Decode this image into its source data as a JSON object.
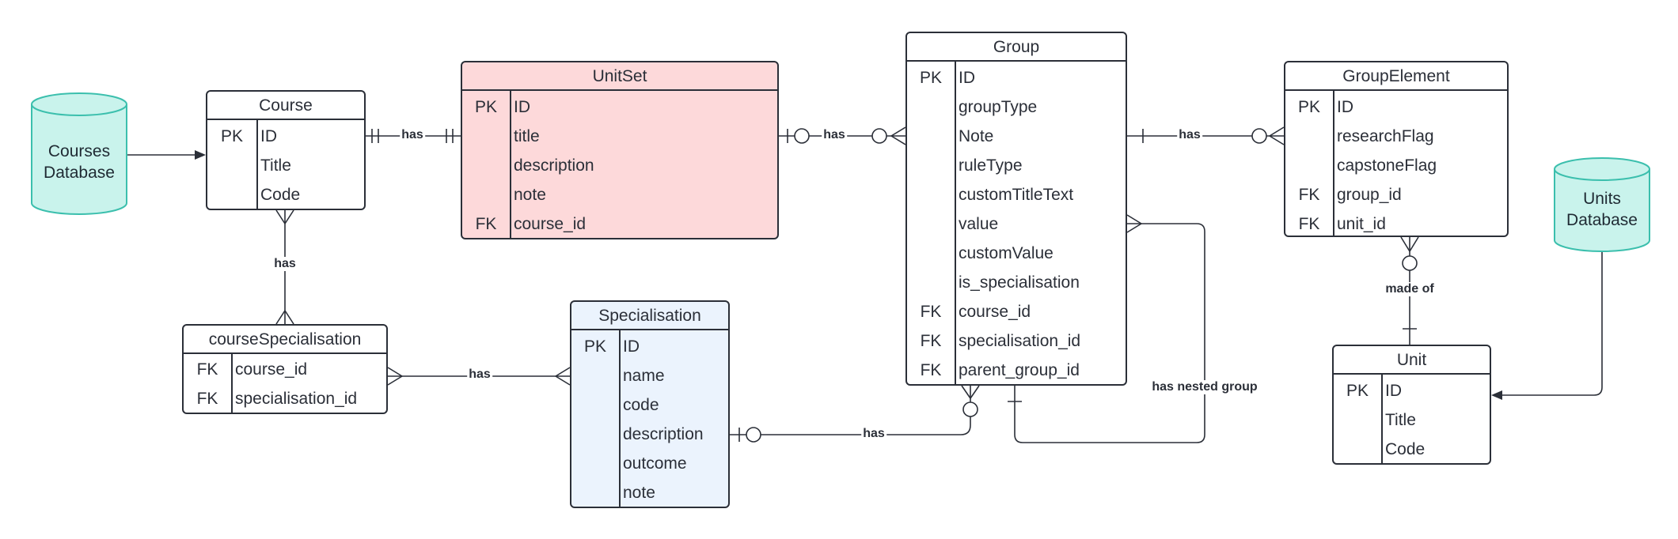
{
  "diagram": {
    "databases": {
      "courses": {
        "lines": [
          "Courses",
          "Database"
        ]
      },
      "units": {
        "lines": [
          "Units",
          "Database"
        ]
      }
    },
    "entities": {
      "course": {
        "title": "Course",
        "rows": [
          [
            "PK",
            "ID"
          ],
          [
            "",
            "Title"
          ],
          [
            "",
            "Code"
          ]
        ]
      },
      "unitset": {
        "title": "UnitSet",
        "rows": [
          [
            "PK",
            "ID"
          ],
          [
            "",
            "title"
          ],
          [
            "",
            "description"
          ],
          [
            "",
            "note"
          ],
          [
            "FK",
            "course_id"
          ]
        ]
      },
      "group": {
        "title": "Group",
        "rows": [
          [
            "PK",
            "ID"
          ],
          [
            "",
            "groupType"
          ],
          [
            "",
            "Note"
          ],
          [
            "",
            "ruleType"
          ],
          [
            "",
            "customTitleText"
          ],
          [
            "",
            "value"
          ],
          [
            "",
            "customValue"
          ],
          [
            "",
            "is_specialisation"
          ],
          [
            "FK",
            "course_id"
          ],
          [
            "FK",
            "specialisation_id"
          ],
          [
            "FK",
            "parent_group_id"
          ]
        ]
      },
      "groupelement": {
        "title": "GroupElement",
        "rows": [
          [
            "PK",
            "ID"
          ],
          [
            "",
            "researchFlag"
          ],
          [
            "",
            "capstoneFlag"
          ],
          [
            "FK",
            "group_id"
          ],
          [
            "FK",
            "unit_id"
          ]
        ]
      },
      "coursespec": {
        "title": "courseSpecialisation",
        "rows": [
          [
            "FK",
            "course_id"
          ],
          [
            "FK",
            "specialisation_id"
          ]
        ]
      },
      "specialisation": {
        "title": "Specialisation",
        "rows": [
          [
            "PK",
            "ID"
          ],
          [
            "",
            "name"
          ],
          [
            "",
            "code"
          ],
          [
            "",
            "description"
          ],
          [
            "",
            "outcome"
          ],
          [
            "",
            "note"
          ]
        ]
      },
      "unit": {
        "title": "Unit",
        "rows": [
          [
            "PK",
            "ID"
          ],
          [
            "",
            "Title"
          ],
          [
            "",
            "Code"
          ]
        ]
      }
    },
    "relationships": {
      "course_unitset": "has",
      "unitset_group": "has",
      "group_groupelement": "has",
      "course_coursespec": "has",
      "coursespec_spec": "has",
      "spec_group": "has",
      "group_nested": "has nested group",
      "groupelement_unit": "made of"
    },
    "colors": {
      "line": "#2b2f38",
      "unitset_fill": "#fdd9da",
      "specialisation_fill": "#ebf3fd",
      "database_fill": "#c9f3ec",
      "database_stroke": "#3bbfad"
    }
  }
}
